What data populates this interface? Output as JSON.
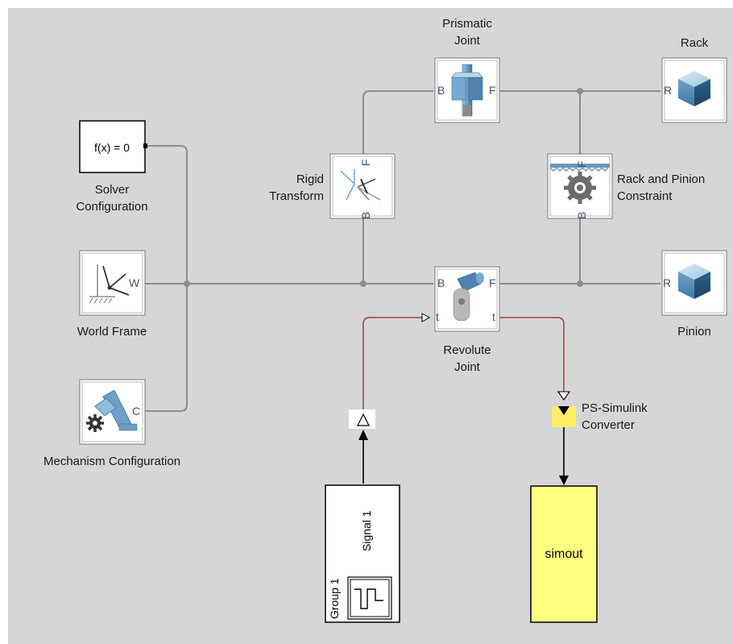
{
  "colors": {
    "canvas_bg": "#d6d6d6",
    "mech_line": "#8c8c8c",
    "phys_line": "#a0403c",
    "sig_line": "#000000",
    "block_fill": "#ffffff",
    "block_border": "#7a7a7a",
    "highlight": "#ffff80",
    "connector_yellow": "#ffee66"
  },
  "blocks": {
    "prismatic": {
      "label": "Prismatic\nJoint",
      "ports": [
        "B",
        "F"
      ],
      "icon": "prismatic-joint-icon"
    },
    "rack": {
      "label": "Rack",
      "ports": [
        "R"
      ],
      "icon": "solid-cube-icon"
    },
    "solver": {
      "text": "f(x) = 0",
      "label": "Solver\nConfiguration"
    },
    "rigid": {
      "label": "Rigid\nTransform",
      "ports": [
        "F",
        "B"
      ],
      "icon": "frame-axes-icon"
    },
    "rack_pinion": {
      "label": "Rack and Pinion\nConstraint",
      "ports": [
        "F",
        "B"
      ],
      "icon": "gear-rack-icon"
    },
    "world": {
      "label": "World Frame",
      "ports": [
        "W"
      ],
      "icon": "world-frame-icon"
    },
    "revolute": {
      "label": "Revolute\nJoint",
      "ports": [
        "B",
        "F",
        "t",
        "t"
      ],
      "icon": "revolute-joint-icon"
    },
    "pinion": {
      "label": "Pinion",
      "ports": [
        "R"
      ],
      "icon": "solid-cube-icon"
    },
    "mechanism": {
      "label": "Mechanism Configuration",
      "ports": [
        "C"
      ],
      "icon": "mechanism-config-icon"
    },
    "ps_converter": {
      "label": "PS-Simulink\nConverter"
    },
    "signal_builder": {
      "signal": "Signal 1",
      "group": "Group 1",
      "icon": "signal-builder-icon"
    },
    "simout": {
      "text": "simout"
    }
  }
}
